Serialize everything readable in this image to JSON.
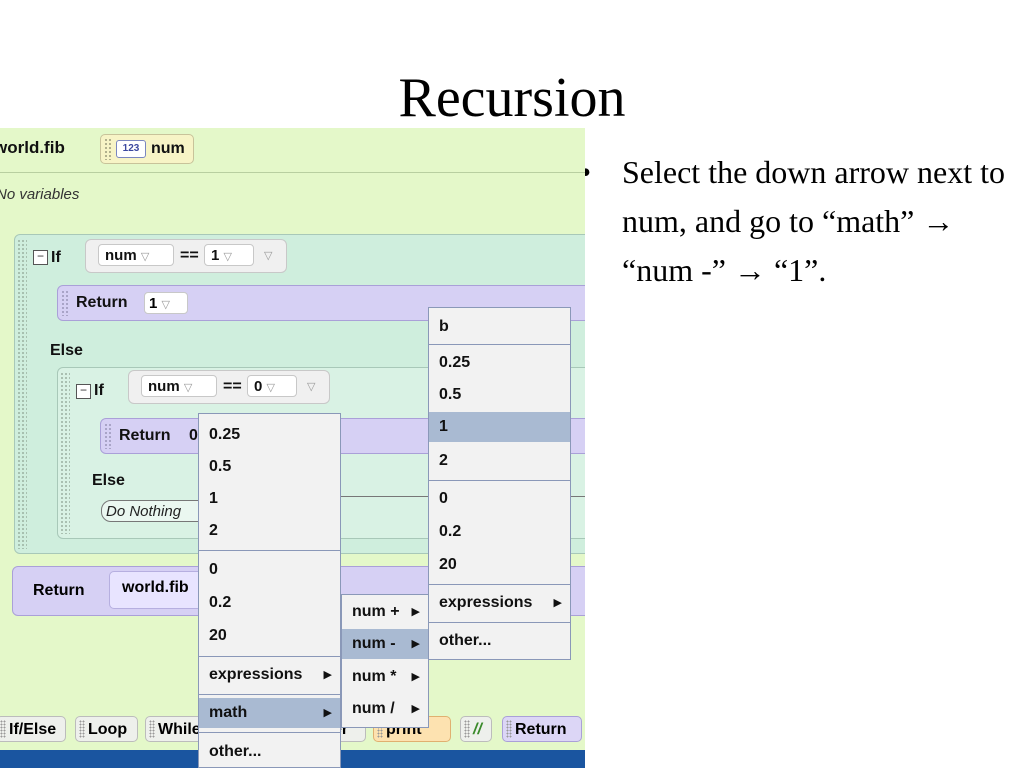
{
  "slide": {
    "title": "Recursion",
    "bullet_symbol": "•",
    "bullet_text": "Select the down arrow next to num, and go to “math” → “num -” → “1”."
  },
  "editor": {
    "method_title": "world.fib",
    "param_type": "123",
    "param_name": "num",
    "no_variables": "No variables",
    "if_kw": "If",
    "else_kw": "Else",
    "return_kw": "Return",
    "do_nothing": "Do Nothing",
    "outer_if": {
      "lhs": "num",
      "op": "==",
      "rhs": "1"
    },
    "outer_return_value": "1",
    "inner_if": {
      "lhs": "num",
      "op": "==",
      "rhs": "0"
    },
    "inner_return_value": "0",
    "main_return_call": "world.fib"
  },
  "toolbar": [
    "If/Else",
    "Loop",
    "While",
    "er",
    "print",
    "//",
    "Return"
  ],
  "menu_left": {
    "items": [
      "0.25",
      "0.5",
      "1",
      "2",
      "0",
      "0.2",
      "20",
      "expressions",
      "math",
      "other..."
    ]
  },
  "menu_math": {
    "items": [
      "num +",
      "num -",
      "num *",
      "num /"
    ],
    "selected": "num -"
  },
  "menu_right": {
    "header": "b",
    "items": [
      "0.25",
      "0.5",
      "1",
      "2",
      "0",
      "0.2",
      "20",
      "expressions",
      "other..."
    ],
    "selected": "1"
  },
  "colors": {
    "editor_bg": "#e4f8c9",
    "return_block": "#d6d0f4",
    "if_block": "#cfeedd",
    "menu_selection": "#a9bad2",
    "bottom_bar": "#1a55a0"
  }
}
